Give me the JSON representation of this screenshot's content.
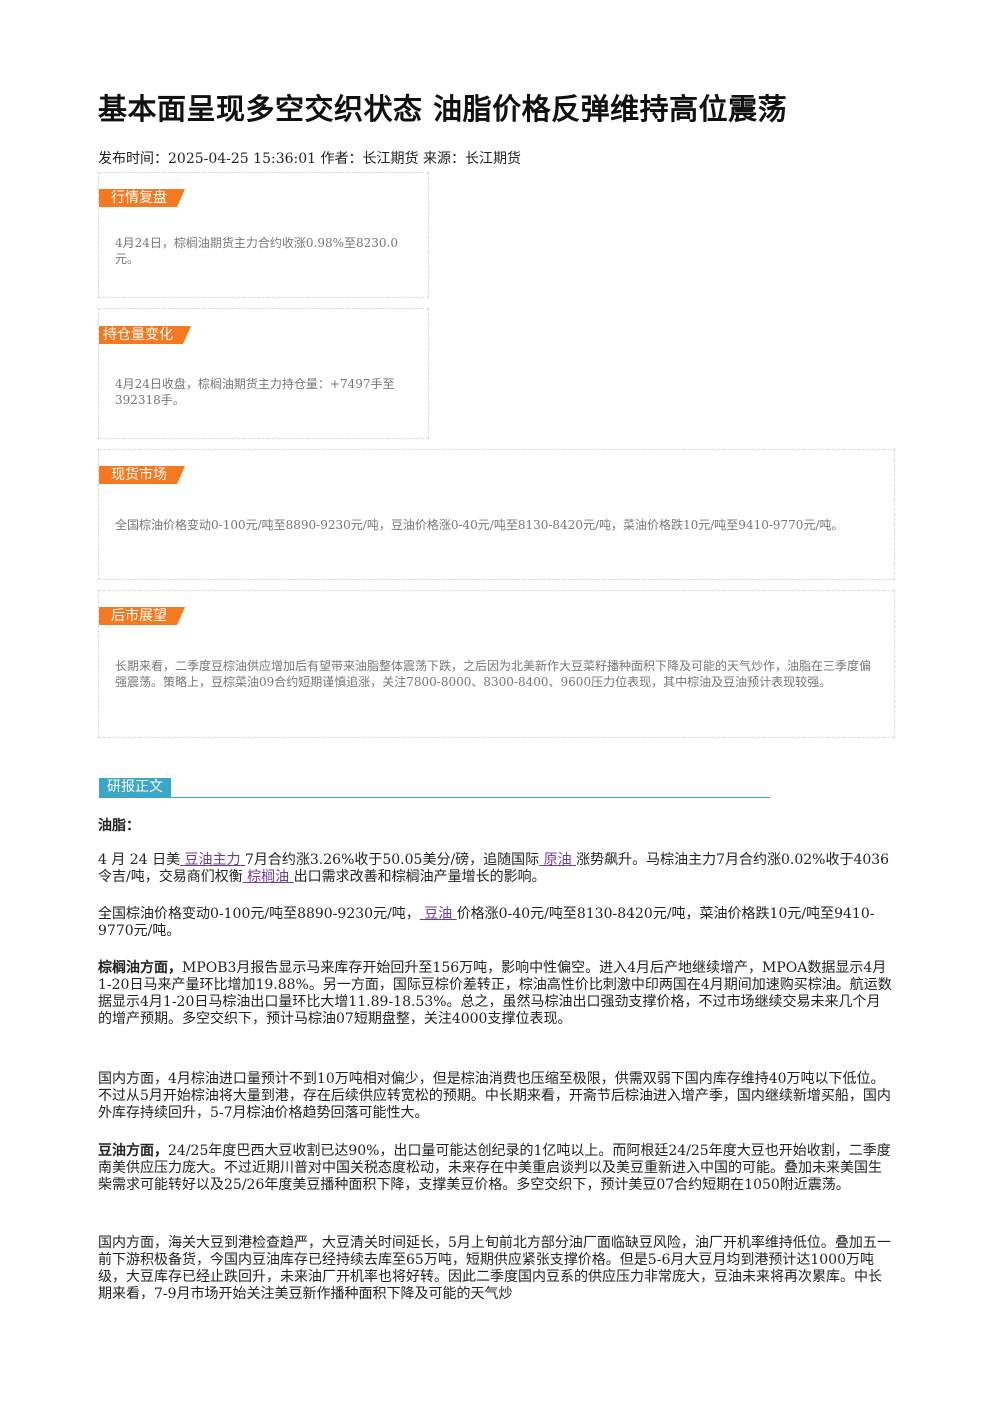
{
  "article": {
    "title": "基本面呈现多空交织状态 油脂价格反弹维持高位震荡",
    "meta": "发布时间：2025-04-25 15:36:01 作者：长江期货 来源：长江期货"
  },
  "boxes": {
    "review": {
      "tag": "行情复盘",
      "text": "4月24日，棕榈油期货主力合约收涨0.98%至8230.0元。"
    },
    "position": {
      "tag": "持仓量变化",
      "text": "4月24日收盘，棕榈油期货主力持仓量：+7497手至392318手。"
    },
    "spot": {
      "tag": "现货市场",
      "text": "全国棕油价格变动0-100元/吨至8890-9230元/吨，豆油价格涨0-40元/吨至8130-8420元/吨，菜油价格跌10元/吨至9410-9770元/吨。"
    },
    "outlook": {
      "tag": "后市展望",
      "text": "长期来看，二季度豆棕油供应增加后有望带来油脂整体震荡下跌，之后因为北美新作大豆菜籽播种面积下降及可能的天气炒作，油脂在三季度偏强震荡。策略上，豆棕菜油09合约短期谨慎追涨，关注7800-8000、8300-8400、9600压力位表现，其中棕油及豆油预计表现较强。"
    }
  },
  "report": {
    "section_tag": "研报正文",
    "heading": "油脂：",
    "p1": {
      "a": "4 月 24 日美",
      "link1": " 豆油主力 ",
      "b": "7月合约涨3.26%收于50.05美分/磅，追随国际",
      "link2": " 原油 ",
      "c": "涨势飙升。马棕油主力7月合约涨0.02%收于4036令吉/吨，交易商们权衡",
      "link3": " 棕榈油 ",
      "d": "出口需求改善和棕榈油产量增长的影响。"
    },
    "p2": {
      "a": "全国棕油价格变动0-100元/吨至8890-9230元/吨，",
      "link1": "  豆油 ",
      "b": "价格涨0-40元/吨至8130-8420元/吨，菜油价格跌10元/吨至9410-9770元/吨。"
    },
    "p3": {
      "lead": "棕榈油方面，",
      "text": "MPOB3月报告显示马来库存开始回升至156万吨，影响中性偏空。进入4月后产地继续增产，MPOA数据显示4月1-20日马来产量环比增加19.88%。另一方面，国际豆棕价差转正，棕油高性价比刺激中印两国在4月期间加速购买棕油。航运数据显示4月1-20日马棕油出口量环比大增11.89-18.53%。总之，虽然马棕油出口强劲支撑价格，不过市场继续交易未来几个月的增产预期。多空交织下，预计马棕油07短期盘整，关注4000支撑位表现。"
    },
    "p4": "国内方面，4月棕油进口量预计不到10万吨相对偏少，但是棕油消费也压缩至极限，供需双弱下国内库存维持40万吨以下低位。不过从5月开始棕油将大量到港，存在后续供应转宽松的预期。中长期来看，开斋节后棕油进入增产季，国内继续新增买船，国内外库存持续回升，5-7月棕油价格趋势回落可能性大。",
    "p5": {
      "lead": "豆油方面，",
      "text": "24/25年度巴西大豆收割已达90%，出口量可能达创纪录的1亿吨以上。而阿根廷24/25年度大豆也开始收割，二季度南美供应压力庞大。不过近期川普对中国关税态度松动，未来存在中美重启谈判以及美豆重新进入中国的可能。叠加未来美国生柴需求可能转好以及25/26年度美豆播种面积下降，支撑美豆价格。多空交织下，预计美豆07合约短期在1050附近震荡。"
    },
    "p6": "国内方面，海关大豆到港检查趋严，大豆清关时间延长，5月上旬前北方部分油厂面临缺豆风险，油厂开机率维持低位。叠加五一前下游积极备货，今国内豆油库存已经持续去库至65万吨，短期供应紧张支撑价格。但是5-6月大豆月均到港预计达1000万吨级，大豆库存已经止跌回升，未来油厂开机率也将好转。因此二季度国内豆系的供应压力非常庞大，豆油未来将再次累库。中长期来看，7-9月市场开始关注美豆新作播种面积下降及可能的天气炒"
  },
  "colors": {
    "tag_orange": "#f47920",
    "section_blue": "#3aa6c8",
    "link_purple": "#6b3aa0"
  }
}
